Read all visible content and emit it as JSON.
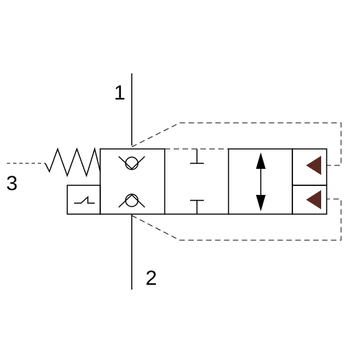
{
  "diagram": {
    "ports": {
      "port_1": "1",
      "port_2": "2",
      "port_3": "3"
    },
    "colors": {
      "line": "#000000",
      "pilot_arrow": "#5a2a22",
      "background": "#ffffff"
    }
  }
}
